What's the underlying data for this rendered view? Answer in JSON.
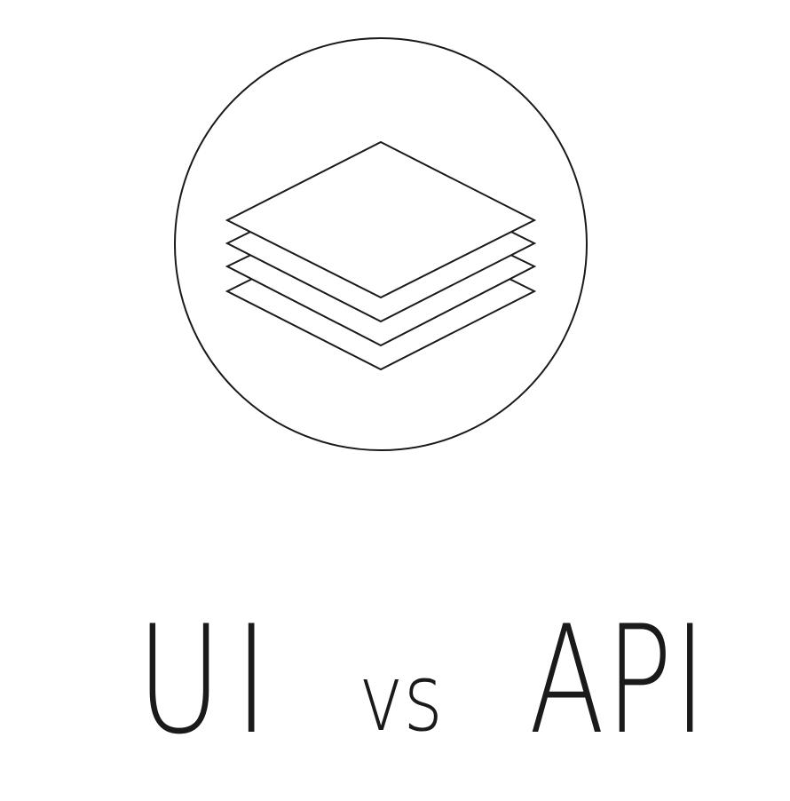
{
  "logo": {
    "icon": "layers-icon",
    "stroke_color": "#1a1a1a"
  },
  "title": {
    "left": "UI",
    "middle": "vs",
    "right": "API"
  }
}
